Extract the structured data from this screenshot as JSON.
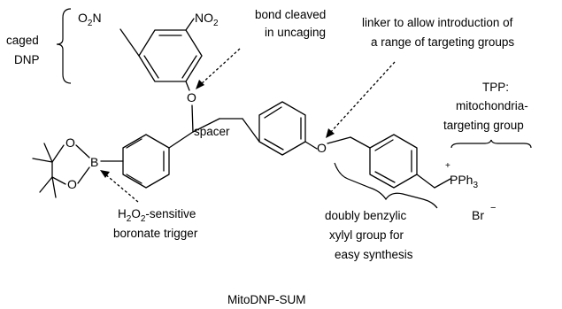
{
  "labels": {
    "caged_line1": "caged",
    "caged_line2": "DNP",
    "bond_cleaved_line1": "bond cleaved",
    "bond_cleaved_line2": "in uncaging",
    "linker_line1": "linker to allow introduction of",
    "linker_line2": "a range of targeting groups",
    "tpp_line1": "TPP:",
    "tpp_line2": "mitochondria-",
    "tpp_line3": "targeting group",
    "spacer": "spacer",
    "h2o2_prefix": "H",
    "h2o2_sub1": "2",
    "h2o2_mid": "O",
    "h2o2_sub2": "2",
    "h2o2_suffix": "-sensitive",
    "boronate": "boronate trigger",
    "xylyl_line1": "doubly benzylic",
    "xylyl_line2": "xylyl group for",
    "xylyl_line3": "easy synthesis",
    "compound_name": "MitoDNP-SUM"
  },
  "atoms": {
    "nitro_left": "O",
    "nitro_left_sub": "2",
    "nitro_left_N": "N",
    "nitro_right_N": "NO",
    "nitro_right_sub": "2",
    "ether_O1": "O",
    "ether_O2": "O",
    "boron": "B",
    "boron_O_top": "O",
    "boron_O_bottom": "O",
    "phosphonium": "PPh",
    "phosphonium_sub": "3",
    "plus": "+",
    "bromide": "Br",
    "minus": "−"
  }
}
